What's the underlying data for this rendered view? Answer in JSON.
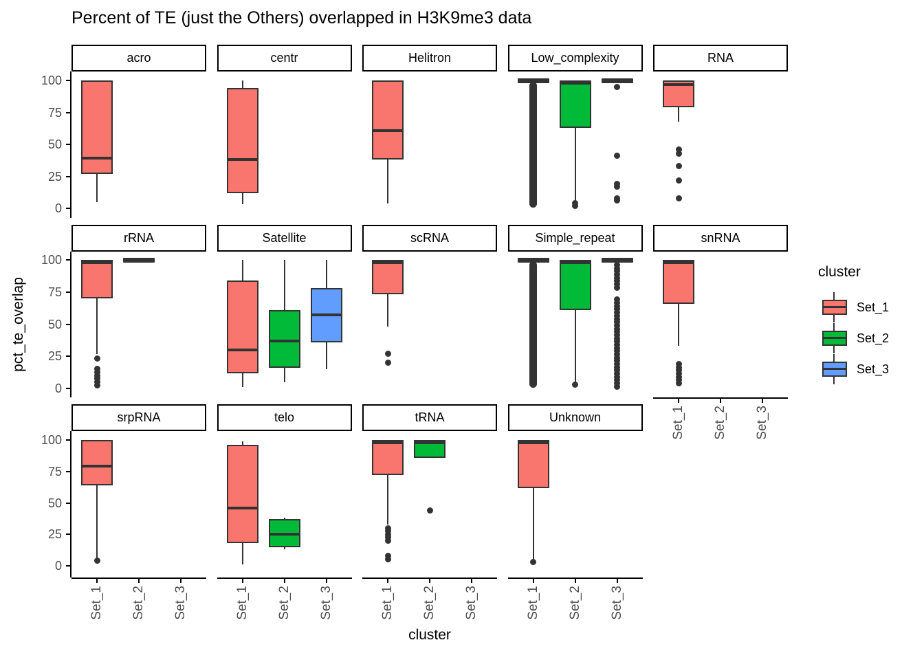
{
  "title": "Percent of TE (just the Others) overlapped in H3K9me3 data",
  "chart_data": {
    "type": "boxplot",
    "title": "Percent of TE (just the Others) overlapped in H3K9me3 data",
    "xlabel": "cluster",
    "ylabel": "pct_te_overlap",
    "legend_title": "cluster",
    "ylim": [
      0,
      100
    ],
    "y_ticks": [
      100,
      75,
      50,
      25,
      0
    ],
    "x_categories": [
      "Set_1",
      "Set_2",
      "Set_3"
    ],
    "series_colors": {
      "Set_1": "#F8766D",
      "Set_2": "#00BA38",
      "Set_3": "#619CFF"
    },
    "stroke_color": "#333333",
    "axis_text_color": "#4D4D4D",
    "grid": false,
    "legend_position": "right",
    "facets": [
      {
        "name": "acro",
        "row": 0,
        "col": 0,
        "boxes": [
          {
            "set": 1,
            "min": 5,
            "q1": 27,
            "med": 39,
            "q3": 100,
            "max": 100
          }
        ]
      },
      {
        "name": "centr",
        "row": 0,
        "col": 1,
        "boxes": [
          {
            "set": 1,
            "min": 3,
            "q1": 12,
            "med": 38,
            "q3": 94,
            "max": 100
          }
        ]
      },
      {
        "name": "Helitron",
        "row": 0,
        "col": 2,
        "boxes": [
          {
            "set": 1,
            "min": 4,
            "q1": 38,
            "med": 61,
            "q3": 100,
            "max": 100
          }
        ]
      },
      {
        "name": "Low_complexity",
        "row": 0,
        "col": 3,
        "boxes": [
          {
            "set": 1,
            "flat": 100,
            "column": [
              0.5,
              99
            ]
          },
          {
            "set": 2,
            "min": 5,
            "q1": 63,
            "med": 100,
            "q3": 100,
            "max": 100,
            "outliers": [
              4,
              2
            ]
          },
          {
            "set": 3,
            "flat": 100,
            "outliers": [
              95,
              41,
              19,
              17,
              8,
              6
            ]
          }
        ]
      },
      {
        "name": "RNA",
        "row": 0,
        "col": 4,
        "boxes": [
          {
            "set": 1,
            "min": 68,
            "q1": 79,
            "med": 97,
            "q3": 100,
            "max": 100,
            "outliers": [
              46,
              43,
              33,
              22,
              8
            ]
          }
        ]
      },
      {
        "name": "rRNA",
        "row": 1,
        "col": 0,
        "boxes": [
          {
            "set": 1,
            "min": 27,
            "q1": 70,
            "med": 100,
            "q3": 100,
            "max": 100,
            "outliers": [
              23
            ],
            "outlier_runs": [
              [
                15,
                1
              ]
            ]
          },
          {
            "set": 2,
            "flat": 100
          }
        ]
      },
      {
        "name": "Satellite",
        "row": 1,
        "col": 1,
        "boxes": [
          {
            "set": 1,
            "min": 1,
            "q1": 12,
            "med": 30,
            "q3": 84,
            "max": 100
          },
          {
            "set": 2,
            "min": 5,
            "q1": 16,
            "med": 37,
            "q3": 61,
            "max": 100
          },
          {
            "set": 3,
            "min": 15,
            "q1": 36,
            "med": 57,
            "q3": 78,
            "max": 100
          }
        ]
      },
      {
        "name": "scRNA",
        "row": 1,
        "col": 2,
        "boxes": [
          {
            "set": 1,
            "min": 48,
            "q1": 73,
            "med": 100,
            "q3": 100,
            "max": 100,
            "outliers": [
              27,
              20
            ]
          }
        ]
      },
      {
        "name": "Simple_repeat",
        "row": 1,
        "col": 3,
        "boxes": [
          {
            "set": 1,
            "flat": 100,
            "column": [
              0.5,
              99
            ]
          },
          {
            "set": 2,
            "min": 5,
            "q1": 61,
            "med": 100,
            "q3": 100,
            "max": 100,
            "outliers": [
              3
            ]
          },
          {
            "set": 3,
            "flat": 100,
            "outlier_runs": [
              [
                96,
                77
              ],
              [
                69,
                1
              ]
            ]
          }
        ]
      },
      {
        "name": "snRNA",
        "row": 1,
        "col": 4,
        "boxes": [
          {
            "set": 1,
            "min": 33,
            "q1": 66,
            "med": 100,
            "q3": 100,
            "max": 100,
            "outlier_runs": [
              [
                19,
                4
              ]
            ]
          }
        ]
      },
      {
        "name": "srpRNA",
        "row": 2,
        "col": 0,
        "boxes": [
          {
            "set": 1,
            "min": 6,
            "q1": 64,
            "med": 79,
            "q3": 100,
            "max": 100,
            "outliers": [
              4
            ]
          }
        ]
      },
      {
        "name": "telo",
        "row": 2,
        "col": 1,
        "boxes": [
          {
            "set": 1,
            "min": 1,
            "q1": 18,
            "med": 46,
            "q3": 96,
            "max": 99
          },
          {
            "set": 2,
            "min": 13,
            "q1": 15,
            "med": 25,
            "q3": 37,
            "max": 38
          }
        ]
      },
      {
        "name": "tRNA",
        "row": 2,
        "col": 2,
        "boxes": [
          {
            "set": 1,
            "min": 33,
            "q1": 72,
            "med": 100,
            "q3": 100,
            "max": 100,
            "outlier_runs": [
              [
                30,
                20
              ]
            ],
            "outliers": [
              8,
              5
            ]
          },
          {
            "set": 2,
            "min": 86,
            "q1": 86,
            "med": 100,
            "q3": 100,
            "max": 100,
            "outliers": [
              44
            ]
          }
        ]
      },
      {
        "name": "Unknown",
        "row": 2,
        "col": 3,
        "boxes": [
          {
            "set": 1,
            "min": 4,
            "q1": 62,
            "med": 100,
            "q3": 100,
            "max": 100,
            "outliers": [
              3
            ]
          }
        ]
      }
    ]
  }
}
